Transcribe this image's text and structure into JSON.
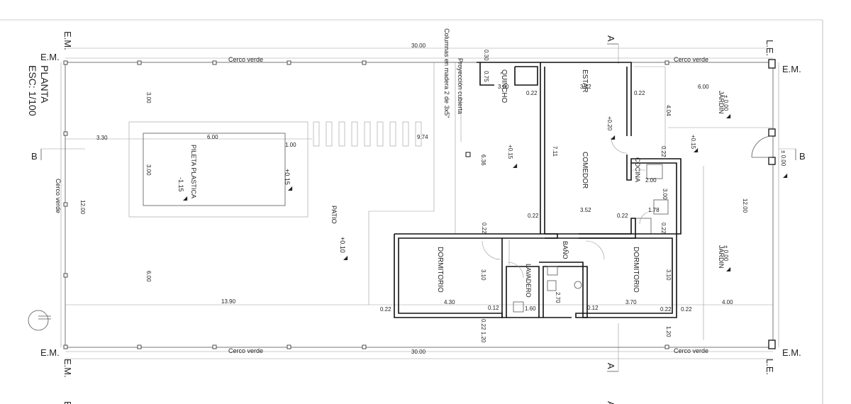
{
  "title": {
    "line1": "PLANTA",
    "line2": "ESC: 1/100"
  },
  "markers": {
    "em": "E.M.",
    "le": "L.E.",
    "section_a": "A",
    "section_b": "B"
  },
  "fence": {
    "label": "Cerco verde"
  },
  "rooms": {
    "quincho": "QUINCHO",
    "estar": "ESTAR",
    "comedor": "COMEDOR",
    "cocina": "COCINA",
    "bano": "BAÑO",
    "lavadero": "LAVADERO",
    "dormitorio": "DORMITORIO",
    "patio": "PATIO",
    "jardin": "JARDIN",
    "pileta": "PILETA PLASTICA"
  },
  "notes": {
    "proyeccion": "Proyección cubierta",
    "columnas": "Columnas en madera 2 de 3x5\""
  },
  "levels": {
    "pileta": "-1.15",
    "plus015": "+0.15",
    "plus010": "+0.10",
    "plus020": "+0.20",
    "zero": "± 0.00"
  },
  "dims": {
    "d3000": "30.00",
    "d030": "0.30",
    "d075": "0.75",
    "d300": "3.00",
    "d330": "3.30",
    "d600": "6.00",
    "d100": "1.00",
    "d974": "9.74",
    "d1200": "12.00",
    "d1390": "13.90",
    "d430": "4.30",
    "d012": "0.12",
    "d160": "1.60",
    "d270": "2.70",
    "d370": "3.70",
    "d022": "0.22",
    "d400": "4.00",
    "d404": "4.04",
    "d636": "6.36",
    "d711": "7.11",
    "d352": "3.52",
    "d178": "1.78",
    "d200": "2.00",
    "d310": "3.10",
    "d120": "1.20",
    "d342": "3.42",
    "d022_120": "0.22 1.20"
  }
}
